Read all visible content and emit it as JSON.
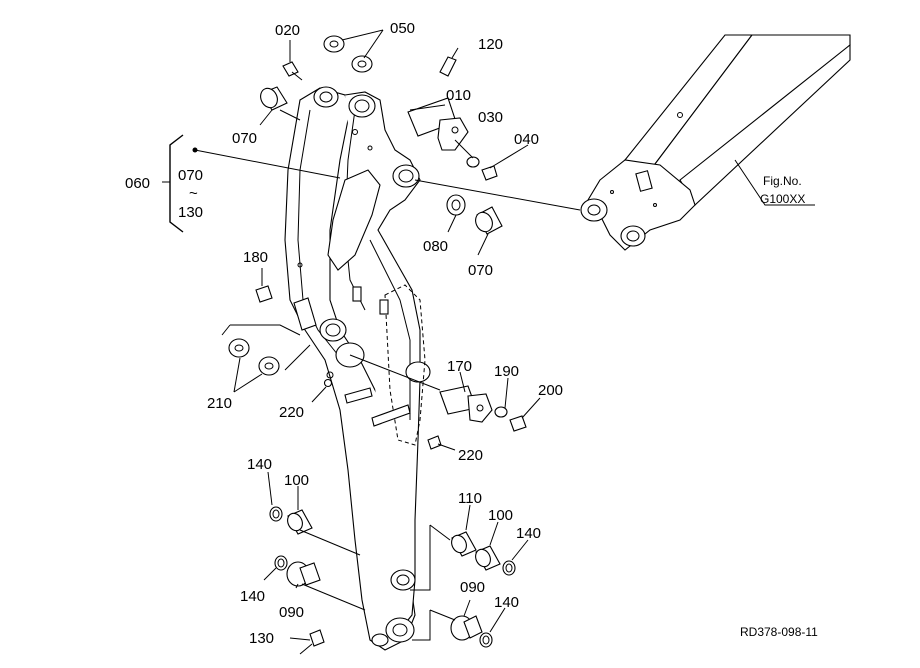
{
  "labels": {
    "p020": "020",
    "p050": "050",
    "p120": "120",
    "p010": "010",
    "p030": "030",
    "p040": "040",
    "p070_top": "070",
    "p060": "060",
    "p070_range_start": "070",
    "p070_range_tilde": "~",
    "p130_range_end": "130",
    "p080": "080",
    "p070_right": "070",
    "p180": "180",
    "p170": "170",
    "p190": "190",
    "p200": "200",
    "p210": "210",
    "p220_left": "220",
    "p220_right": "220",
    "p140_a": "140",
    "p100_a": "100",
    "p110": "110",
    "p100_b": "100",
    "p140_b": "140",
    "p140_c": "140",
    "p090_a": "090",
    "p090_b": "090",
    "p140_d": "140",
    "p130": "130"
  },
  "figref": {
    "line1": "Fig.No.",
    "line2": "G100XX"
  },
  "drawing_code": "RD378-098-11"
}
